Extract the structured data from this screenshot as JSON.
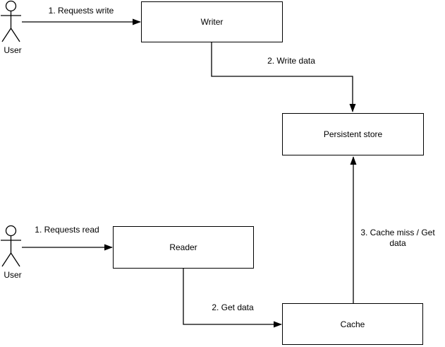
{
  "canvas": {
    "background": "#ffffff",
    "stroke_color": "#000000",
    "text_color": "#000000"
  },
  "actors": [
    {
      "id": "user-writer",
      "name": "User"
    },
    {
      "id": "user-reader",
      "name": "User"
    }
  ],
  "nodes": {
    "writer": "Writer",
    "persistent_store": "Persistent store",
    "reader": "Reader",
    "cache": "Cache"
  },
  "edges": {
    "requests_write": "1. Requests write",
    "write_data": "2. Write data",
    "requests_read": "1. Requests read",
    "get_data": "2. Get data",
    "cache_miss": "3. Cache miss / Get data"
  }
}
